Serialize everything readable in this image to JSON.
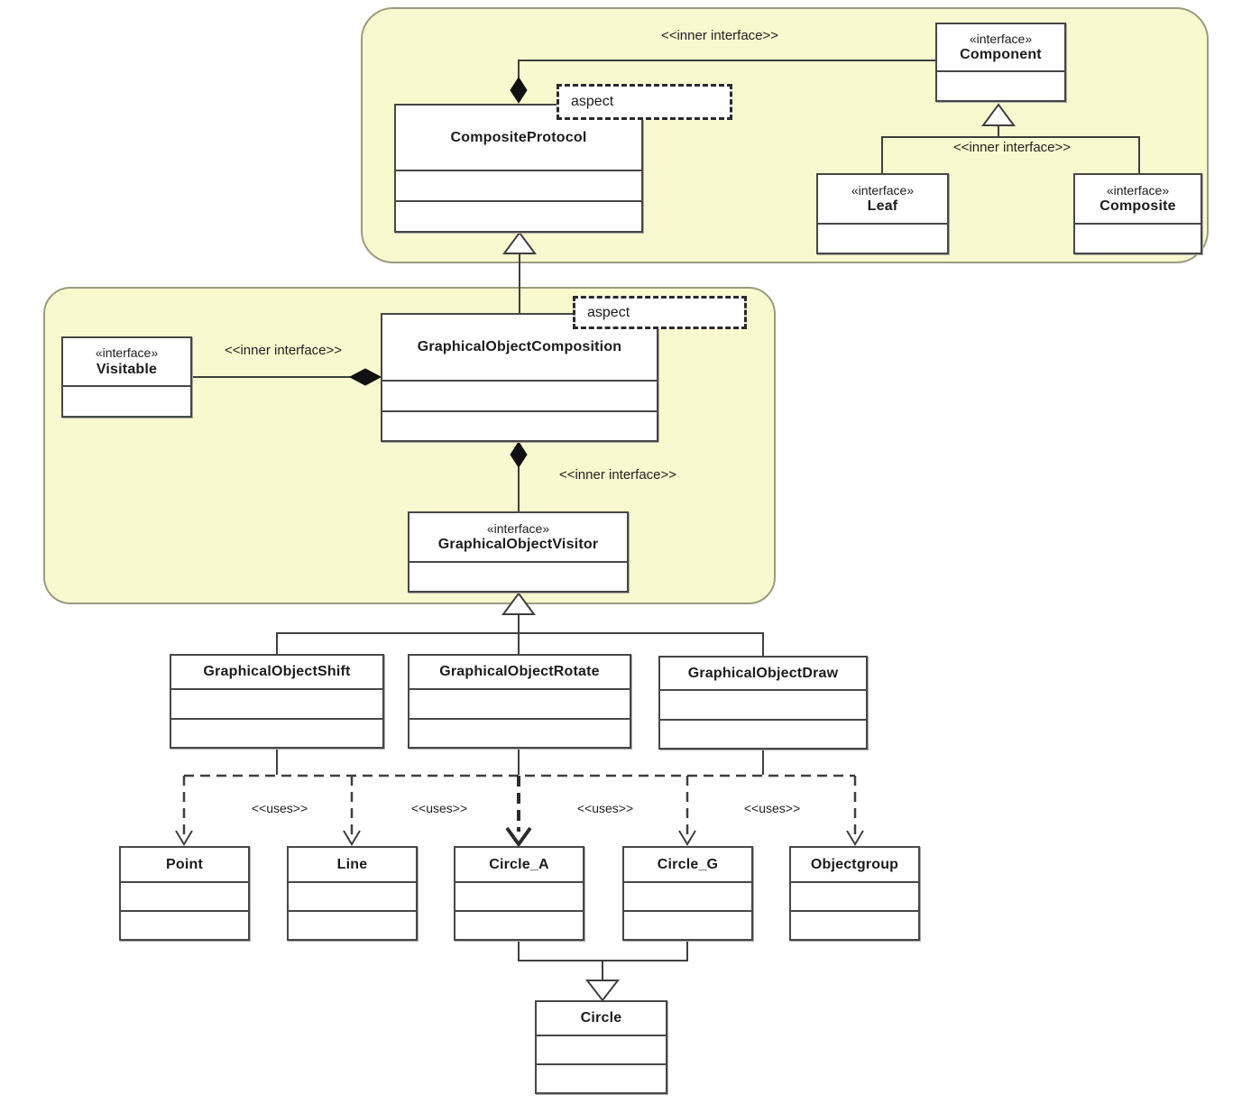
{
  "labels": {
    "aspect_top": "aspect",
    "aspect_middle": "aspect",
    "inner_interface_top": "<<inner interface>>",
    "inner_interface_component": "<<inner interface>>",
    "inner_interface_visitable": "<<inner interface>>",
    "inner_interface_goc": "<<inner interface>>",
    "uses_1": "<<uses>>",
    "uses_2": "<<uses>>",
    "uses_3": "<<uses>>",
    "uses_4": "<<uses>>"
  },
  "classes": {
    "composite_protocol": {
      "name": "CompositeProtocol"
    },
    "component": {
      "stereotype": "«interface»",
      "name": "Component"
    },
    "leaf": {
      "stereotype": "«interface»",
      "name": "Leaf"
    },
    "composite": {
      "stereotype": "«interface»",
      "name": "Composite"
    },
    "visitable": {
      "stereotype": "«interface»",
      "name": "Visitable"
    },
    "graphical_object_composition": {
      "name": "GraphicalObjectComposition"
    },
    "graphical_object_visitor": {
      "stereotype": "«interface»",
      "name": "GraphicalObjectVisitor"
    },
    "graphical_object_shift": {
      "name": "GraphicalObjectShift"
    },
    "graphical_object_rotate": {
      "name": "GraphicalObjectRotate"
    },
    "graphical_object_draw": {
      "name": "GraphicalObjectDraw"
    },
    "point": {
      "name": "Point"
    },
    "line": {
      "name": "Line"
    },
    "circle_a": {
      "name": "Circle_A"
    },
    "circle_g": {
      "name": "Circle_G"
    },
    "objectgroup": {
      "name": "Objectgroup"
    },
    "circle": {
      "name": "Circle"
    }
  },
  "relationships": [
    {
      "type": "composition",
      "from": "CompositeProtocol",
      "to": "Component",
      "label": "<<inner interface>>"
    },
    {
      "type": "generalization",
      "from": "Leaf",
      "to": "Component",
      "label": "<<inner interface>>"
    },
    {
      "type": "generalization",
      "from": "Composite",
      "to": "Component"
    },
    {
      "type": "generalization",
      "from": "GraphicalObjectComposition",
      "to": "CompositeProtocol"
    },
    {
      "type": "composition",
      "from": "GraphicalObjectComposition",
      "to": "Visitable",
      "label": "<<inner interface>>"
    },
    {
      "type": "composition",
      "from": "GraphicalObjectComposition",
      "to": "GraphicalObjectVisitor",
      "label": "<<inner interface>>"
    },
    {
      "type": "generalization",
      "from": "GraphicalObjectShift",
      "to": "GraphicalObjectVisitor"
    },
    {
      "type": "generalization",
      "from": "GraphicalObjectRotate",
      "to": "GraphicalObjectVisitor"
    },
    {
      "type": "generalization",
      "from": "GraphicalObjectDraw",
      "to": "GraphicalObjectVisitor"
    },
    {
      "type": "uses",
      "from": "visitor classes",
      "to": "Point",
      "label": "<<uses>>"
    },
    {
      "type": "uses",
      "from": "visitor classes",
      "to": "Line",
      "label": "<<uses>>"
    },
    {
      "type": "uses",
      "from": "visitor classes",
      "to": "Circle_A",
      "label": "<<uses>>"
    },
    {
      "type": "uses",
      "from": "visitor classes",
      "to": "Circle_G",
      "label": "<<uses>>"
    },
    {
      "type": "uses",
      "from": "visitor classes",
      "to": "Objectgroup",
      "label": "<<uses>>"
    },
    {
      "type": "generalization",
      "from": "Circle_A / Circle_G",
      "to": "Circle"
    }
  ],
  "colors": {
    "region_fill": "#f9f9cf",
    "region_border": "#9b9b80",
    "box_border": "#474747",
    "line": "#3f3f3f",
    "diamond_fill": "#111111"
  }
}
